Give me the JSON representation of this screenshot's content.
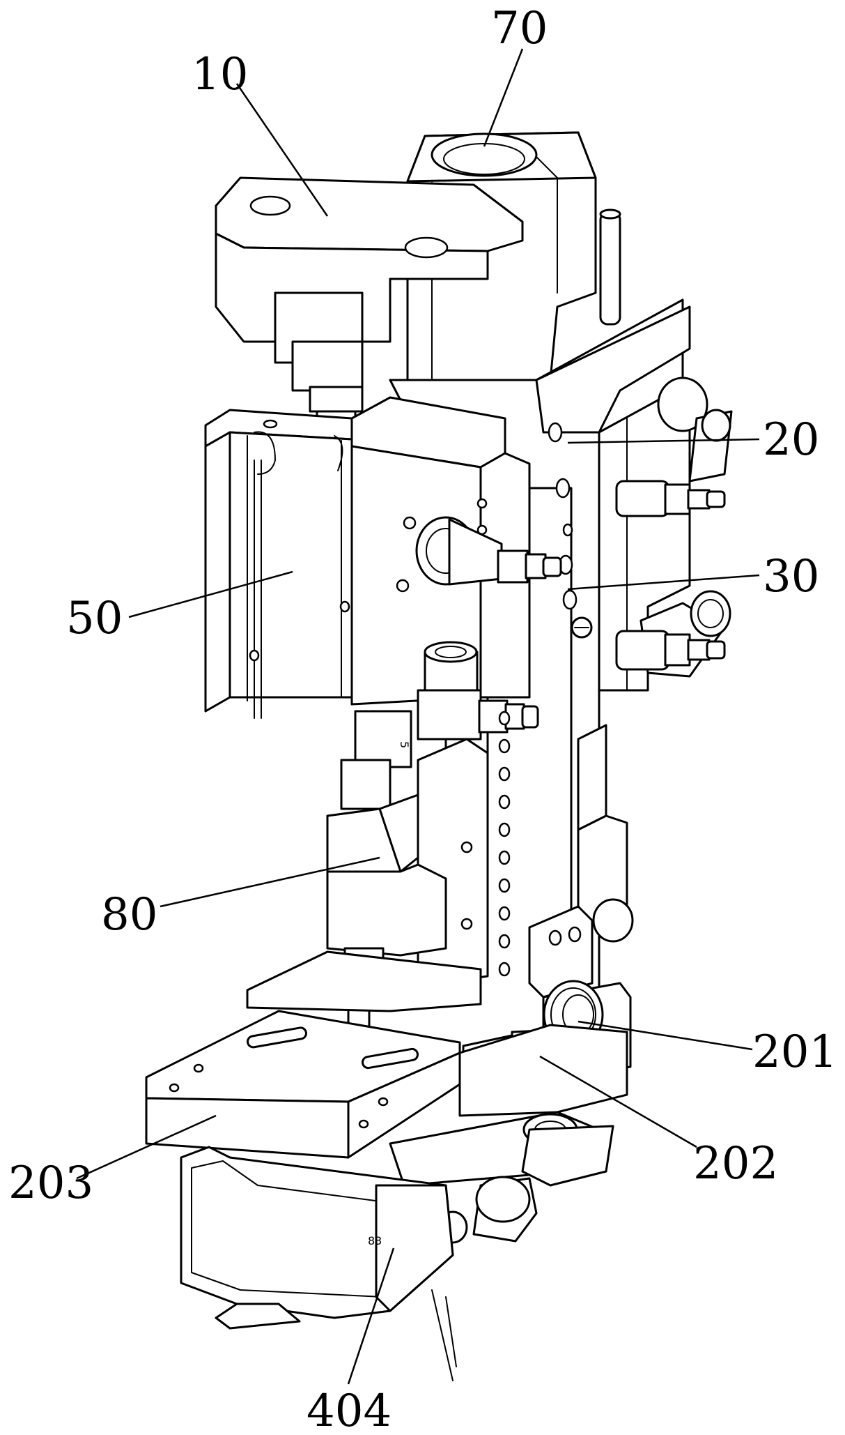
{
  "figure": {
    "labels": {
      "l70": "70",
      "l10": "10",
      "l20": "20",
      "l30": "30",
      "l50": "50",
      "l80": "80",
      "l201": "201",
      "l202": "202",
      "l203": "203",
      "l404": "404"
    },
    "part_marks": {
      "scale_mark": "5",
      "base_mark": "83"
    }
  }
}
